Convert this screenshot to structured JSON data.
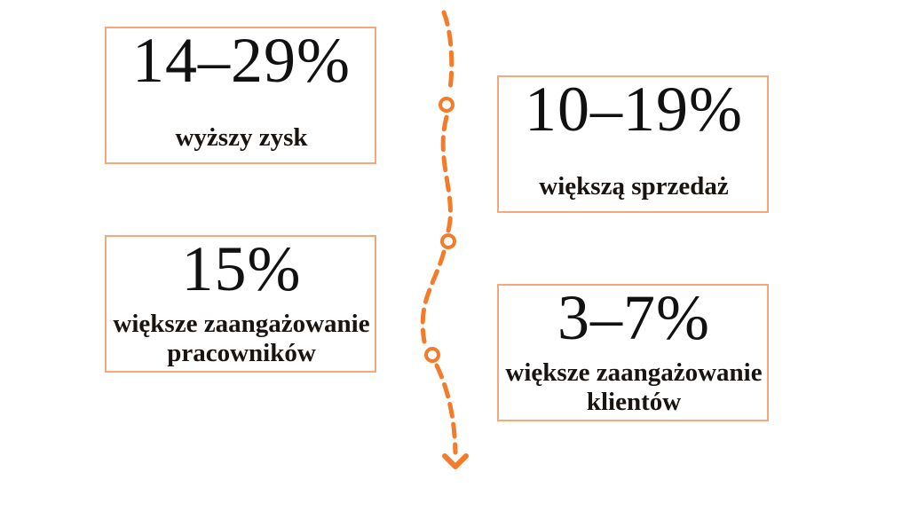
{
  "stats": [
    {
      "value": "14–29%",
      "label": "wyższy zysk"
    },
    {
      "value": "10–19%",
      "label": "większą sprzedaż"
    },
    {
      "value": "15%",
      "label": "większe zaangażowanie pracowników"
    },
    {
      "value": "3–7%",
      "label": "większe zaangażowanie klientów"
    }
  ],
  "colors": {
    "accent": "#f47b2a",
    "border": "#f6a77a",
    "text": "#111111"
  }
}
